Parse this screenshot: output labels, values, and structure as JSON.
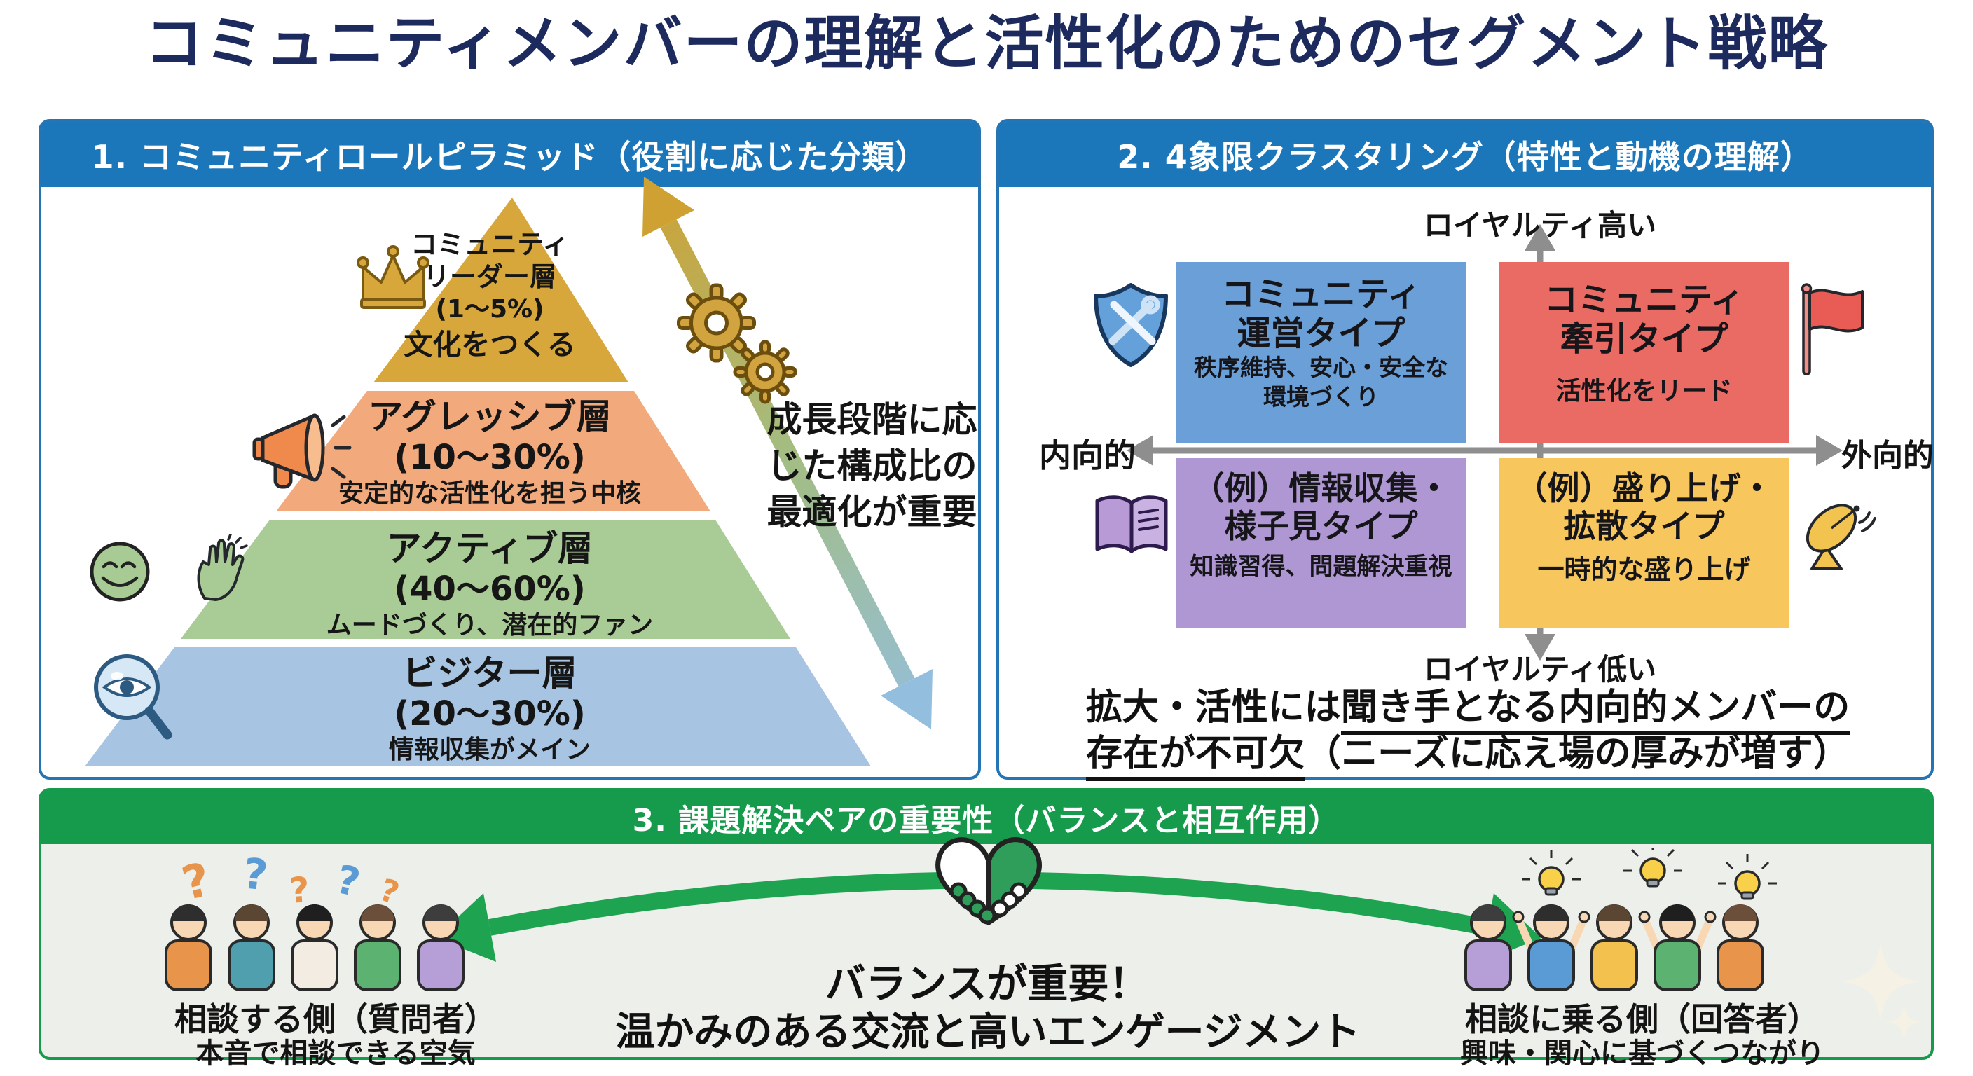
{
  "title": "コミュニティメンバーの理解と活性化のためのセグメント戦略",
  "panel1": {
    "header": "1. コミュニティロールピラミッド（役割に応じた分類）",
    "layers": [
      {
        "name": "コミュニティ\nリーダー層",
        "ratio": "(1〜5%)",
        "desc": "文化をつくる",
        "color": "#d8a73c",
        "icon": "crown-icon"
      },
      {
        "name": "アグレッシブ層",
        "ratio": "(10〜30%)",
        "desc": "安定的な活性化を担う中核",
        "color": "#f2a97c",
        "icon": "megaphone-icon"
      },
      {
        "name": "アクティブ層",
        "ratio": "(40〜60%)",
        "desc": "ムードづくり、潜在的ファン",
        "color": "#a9cc96",
        "icon": "smiley-icon waving-hand-icon"
      },
      {
        "name": "ビジター層",
        "ratio": "(20〜30%)",
        "desc": "情報収集がメイン",
        "color": "#a7c4e2",
        "icon": "magnifier-eye-icon"
      }
    ],
    "side_note": "成長段階に応\nじた構成比の\n最適化が重要",
    "side_icon": "gears-icon",
    "arrow": "growth-stage-gradient-arrow"
  },
  "panel2": {
    "header": "2. 4象限クラスタリング（特性と動機の理解）",
    "axis_labels": {
      "top": "ロイヤルティ高い",
      "bottom": "ロイヤルティ低い",
      "left": "内向的",
      "right": "外向的"
    },
    "quadrants": {
      "top_left": {
        "title": "コミュニティ\n運営タイプ",
        "desc": "秩序維持、安心・安全な\n環境づくり",
        "color": "#6b9fd7",
        "icon": "shield-tools-icon"
      },
      "top_right": {
        "title": "コミュニティ\n牽引タイプ",
        "desc": "活性化をリード",
        "color": "#ea6a64",
        "icon": "red-flag-icon"
      },
      "bottom_left": {
        "title": "（例）情報収集・\n様子見タイプ",
        "desc": "知識習得、問題解決重視",
        "color": "#ae97d2",
        "icon": "open-book-icon"
      },
      "bottom_right": {
        "title": "（例）盛り上げ・\n拡散タイプ",
        "desc": "一時的な盛り上げ",
        "color": "#f7c75e",
        "icon": "satellite-dish-icon"
      }
    },
    "note": {
      "line1_plain": "拡大・活性には",
      "line1_underline": "聞き手となる内向的メンバーの",
      "line2_underline": "存在が不可欠",
      "line2_plain": "（ニーズに応え場の厚みが増す）"
    }
  },
  "panel3": {
    "header": "3. 課題解決ペアの重要性（バランスと相互作用）",
    "left_group": {
      "title": "相談する側（質問者）",
      "desc": "本音で相談できる空気",
      "icon": "question-people-illustration"
    },
    "right_group": {
      "title": "相談に乗る側（回答者）",
      "desc": "興味・関心に基づくつながり",
      "icon": "lightbulb-people-illustration"
    },
    "center": {
      "line1": "バランスが重要！",
      "line2": "温かみのある交流と高いエンゲージメント",
      "icon": "handshake-icon"
    },
    "arrow": "balance-double-arrow",
    "corner_icon": "sparkle-icon"
  },
  "colors": {
    "title_navy": "#1c2a5e",
    "header_blue": "#1b76ba",
    "panel_border_blue": "#2574b4",
    "header_green": "#169a4c",
    "panel3_bg": "#edf0ea",
    "pair_arrow_green": "#1ea351",
    "axis_gray": "#8e8e8e",
    "growth_arrow_top": "#cfa132",
    "growth_arrow_bottom": "#94bedd"
  }
}
